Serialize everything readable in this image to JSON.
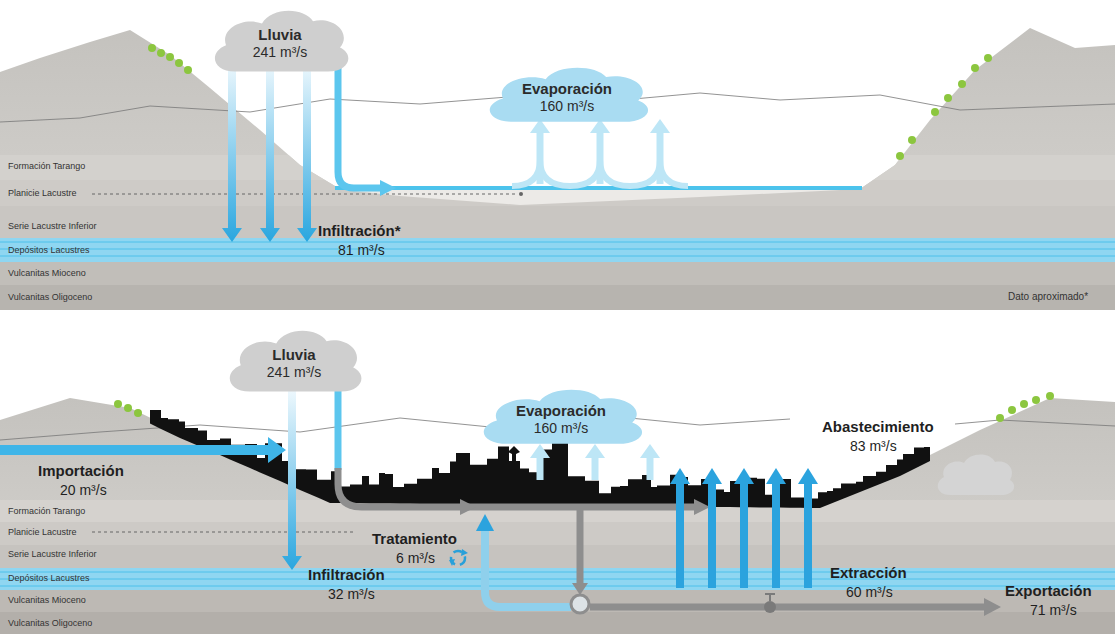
{
  "diagram": {
    "nodes": [
      {
        "text": [
          "Lluvia",
          "241 m³/s"
        ]
      },
      {
        "text": [
          "Evaporación",
          "160 m³/s"
        ]
      },
      {
        "text": [
          "Lluvia",
          "241 m³/s"
        ]
      },
      {
        "text": [
          "Evaporación",
          "160 m³/s"
        ]
      }
    ],
    "labels": [
      "Formación Tarango",
      "Planicie Lacustre",
      "Serie Lacustre Inferior",
      "Depósitos Lacustres",
      "Vulcanitas Mioceno",
      "Vulcanitas Oligoceno",
      "Infiltración*",
      "81 m³/s",
      "Dato aproximado*",
      "Importación",
      "20 m³/s",
      "Formación Tarango",
      "Planicie Lacustre",
      "Serie Lacustre Inferior",
      "Depósitos Lacustres",
      "Vulcanitas Mioceno",
      "Vulcanitas Oligoceno",
      "Tratamiento",
      "6 m³/s",
      "Infiltración",
      "32 m³/s",
      "Abastecimiento",
      "83 m³/s",
      "Extracción",
      "60 m³/s",
      "Exportación",
      "71 m³/s"
    ]
  }
}
